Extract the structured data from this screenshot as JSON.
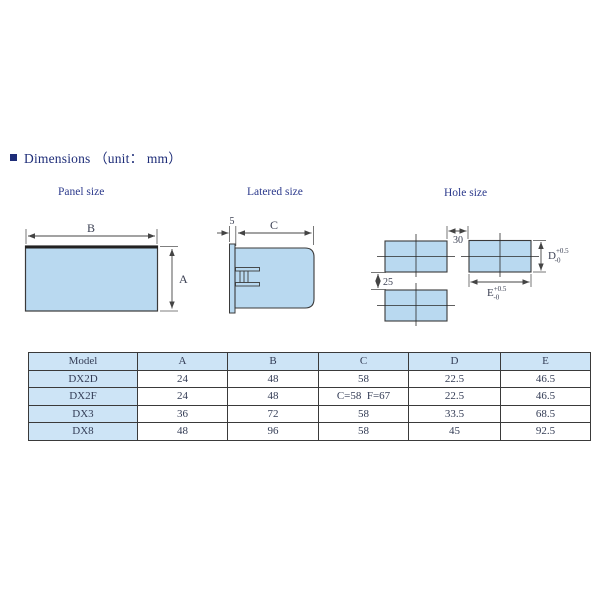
{
  "title": {
    "bullet": "■",
    "text": "Dimensions （unit： mm）"
  },
  "sections": {
    "panel": {
      "label": "Panel size",
      "dims": {
        "width": "B",
        "height": "A"
      }
    },
    "lateral": {
      "label": "Latered size",
      "dims": {
        "flange": "5",
        "depth": "C"
      }
    },
    "hole": {
      "label": "Hole size",
      "dims": {
        "gap_horizontal": "30",
        "gap_vertical": "25",
        "d": {
          "base": "D",
          "sup": "+0.5",
          "sub": "-0"
        },
        "e": {
          "base": "E",
          "sup": "+0.5",
          "sub": "-0"
        }
      }
    }
  },
  "table": {
    "headers": [
      "Model",
      "A",
      "B",
      "C",
      "D",
      "E"
    ],
    "rows": [
      [
        "DX2D",
        "24",
        "48",
        "58",
        "22.5",
        "46.5"
      ],
      [
        "DX2F",
        "24",
        "48",
        "C=58  F=67",
        "22.5",
        "46.5"
      ],
      [
        "DX3",
        "36",
        "72",
        "58",
        "33.5",
        "68.5"
      ],
      [
        "DX8",
        "48",
        "96",
        "58",
        "45",
        "92.5"
      ]
    ]
  },
  "colors": {
    "accent_navy": "#1e2d78",
    "diagram_fill": "#b9d9f0",
    "table_header_fill": "#cde4f6"
  }
}
